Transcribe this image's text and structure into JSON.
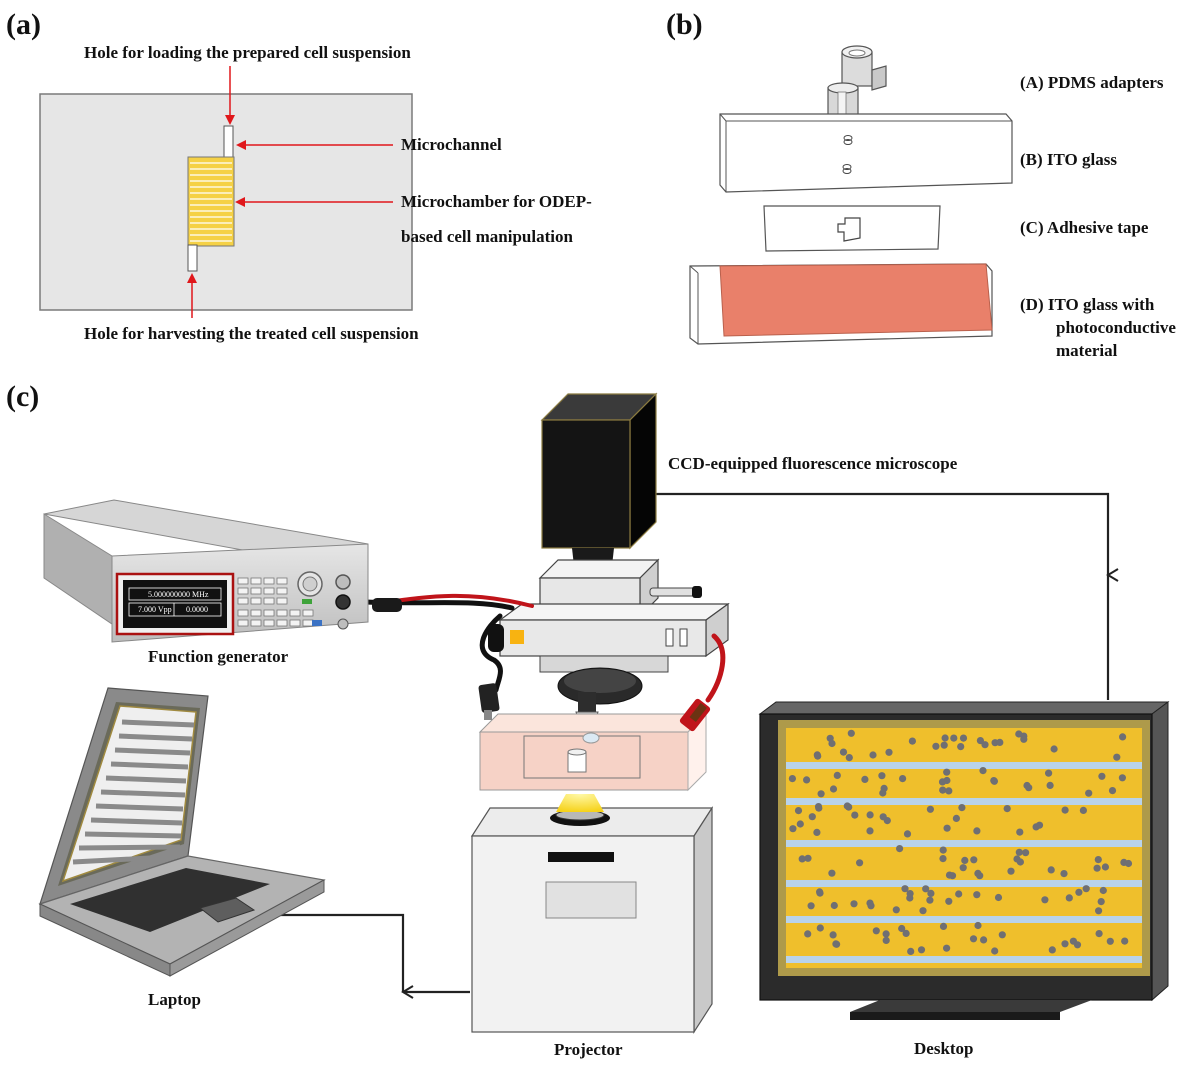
{
  "panel_a": {
    "label": "(a)",
    "top_hole": "Hole for loading the prepared cell suspension",
    "microchannel": "Microchannel",
    "microchamber_line1": "Microchamber for ODEP-",
    "microchamber_line2": "based cell manipulation",
    "bottom_hole": "Hole for harvesting the treated cell suspension"
  },
  "panel_b": {
    "label": "(b)",
    "layer_a": "(A) PDMS adapters",
    "layer_b": "(B) ITO glass",
    "layer_c": "(C) Adhesive tape",
    "layer_d_line1": "(D)  ITO  glass  with",
    "layer_d_line2": "photoconductive",
    "layer_d_line3": "material"
  },
  "panel_c": {
    "label": "(c)",
    "microscope": "CCD-equipped fluorescence microscope",
    "function_generator": "Function generator",
    "fg_freq": "5.000000000 MHz",
    "fg_vpp": "7.000 Vpp",
    "fg_offset": "0.0000",
    "laptop": "Laptop",
    "projector": "Projector",
    "desktop": "Desktop"
  },
  "colors": {
    "arrow_red": "#e0171b",
    "chamber_yellow": "#f5d146",
    "ito_photoconductive": "#e9806a",
    "screen_gold": "#efbf2c",
    "screen_band": "#b9d3ea",
    "cell_gray": "#6f6f73",
    "microscope_black": "#121212",
    "chip_pink": "#f6d2c6"
  }
}
